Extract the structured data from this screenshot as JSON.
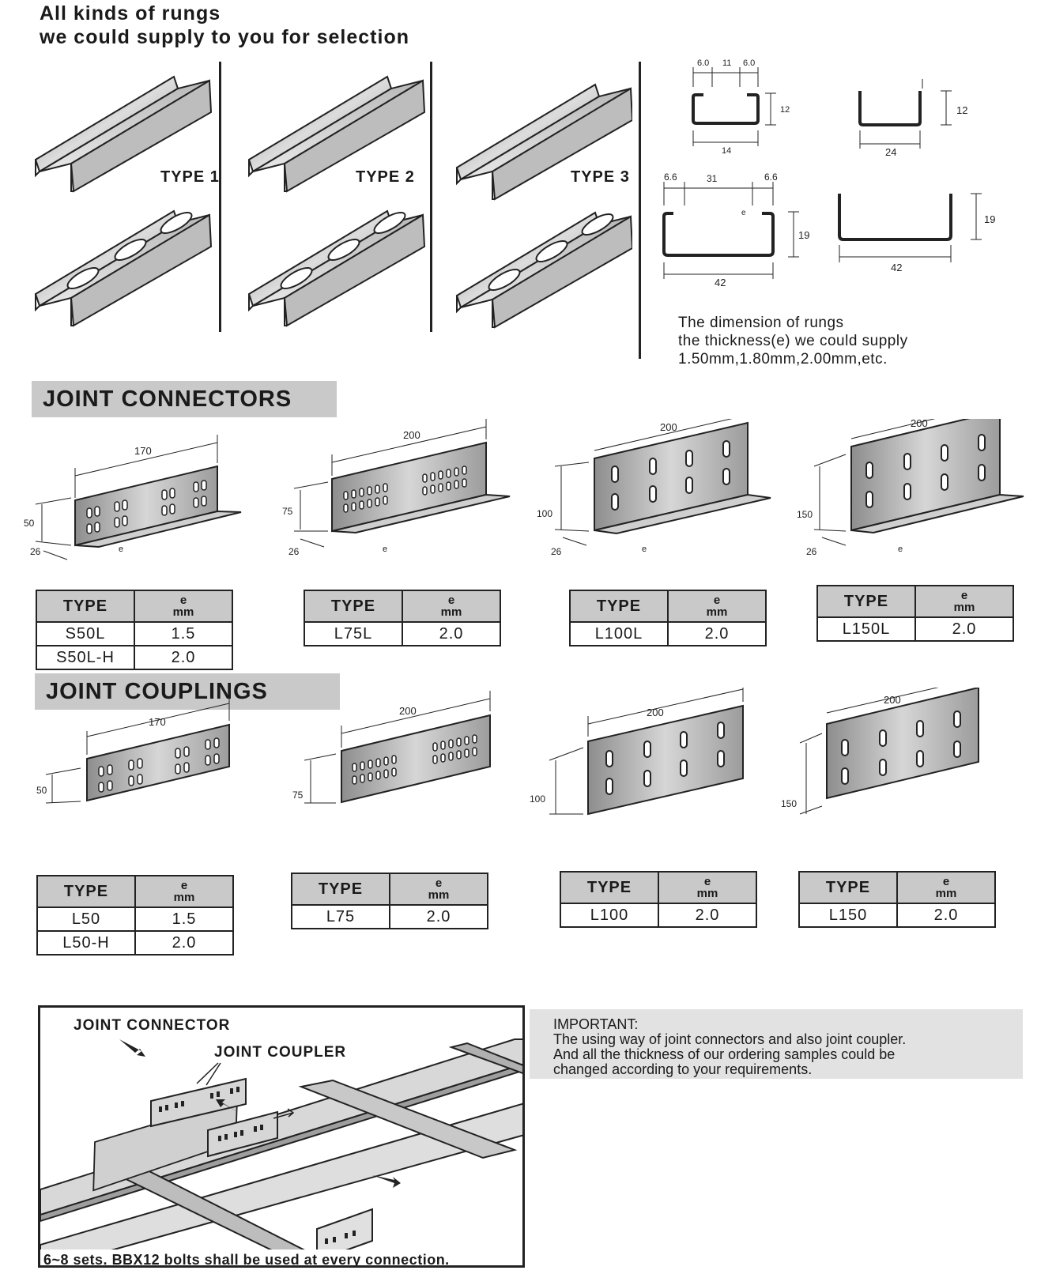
{
  "header": {
    "line1": "All kinds of rungs",
    "line2": "we could supply to you for selection"
  },
  "rung_types": [
    {
      "label": "TYPE 1"
    },
    {
      "label": "TYPE 2"
    },
    {
      "label": "TYPE 3"
    }
  ],
  "rung_dims": {
    "small_c": {
      "left": "6.0",
      "gap": "11",
      "right": "6.0",
      "height": "12",
      "width": "14"
    },
    "small_u": {
      "height": "12",
      "width": "24"
    },
    "large_c": {
      "left": "6.6",
      "gap": "31",
      "right": "6.6",
      "height": "19",
      "width": "42",
      "e": "e"
    },
    "large_u": {
      "height": "19",
      "width": "42"
    }
  },
  "dimension_note": {
    "line1": "The dimension of rungs",
    "line2": "the thickness(e) we could supply",
    "line3": "1.50mm,1.80mm,2.00mm,etc."
  },
  "connectors": {
    "banner": "JOINT CONNECTORS",
    "items": [
      {
        "length": "170",
        "height": "50",
        "base": "26",
        "e": "e"
      },
      {
        "length": "200",
        "height": "75",
        "base": "26",
        "e": "e"
      },
      {
        "length": "200",
        "height": "100",
        "base": "26",
        "e": "e"
      },
      {
        "length": "200",
        "height": "150",
        "base": "26",
        "e": "e"
      }
    ],
    "tables": [
      {
        "h_type": "TYPE",
        "h_e": "e",
        "h_unit": "mm",
        "rows": [
          {
            "type": "S50L",
            "e": "1.5"
          },
          {
            "type": "S50L-H",
            "e": "2.0"
          }
        ]
      },
      {
        "h_type": "TYPE",
        "h_e": "e",
        "h_unit": "mm",
        "rows": [
          {
            "type": "L75L",
            "e": "2.0"
          }
        ]
      },
      {
        "h_type": "TYPE",
        "h_e": "e",
        "h_unit": "mm",
        "rows": [
          {
            "type": "L100L",
            "e": "2.0"
          }
        ]
      },
      {
        "h_type": "TYPE",
        "h_e": "e",
        "h_unit": "mm",
        "rows": [
          {
            "type": "L150L",
            "e": "2.0"
          }
        ]
      }
    ]
  },
  "couplings": {
    "banner": "JOINT COUPLINGS",
    "items": [
      {
        "length": "170",
        "height": "50"
      },
      {
        "length": "200",
        "height": "75"
      },
      {
        "length": "200",
        "height": "100"
      },
      {
        "length": "200",
        "height": "150"
      }
    ],
    "tables": [
      {
        "h_type": "TYPE",
        "h_e": "e",
        "h_unit": "mm",
        "rows": [
          {
            "type": "L50",
            "e": "1.5"
          },
          {
            "type": "L50-H",
            "e": "2.0"
          }
        ]
      },
      {
        "h_type": "TYPE",
        "h_e": "e",
        "h_unit": "mm",
        "rows": [
          {
            "type": "L75",
            "e": "2.0"
          }
        ]
      },
      {
        "h_type": "TYPE",
        "h_e": "e",
        "h_unit": "mm",
        "rows": [
          {
            "type": "L100",
            "e": "2.0"
          }
        ]
      },
      {
        "h_type": "TYPE",
        "h_e": "e",
        "h_unit": "mm",
        "rows": [
          {
            "type": "L150",
            "e": "2.0"
          }
        ]
      }
    ]
  },
  "assembly": {
    "label_connector": "JOINT CONNECTOR",
    "label_coupler": "JOINT COUPLER",
    "caption": "6~8 sets. BBX12 bolts shall be used at every connection."
  },
  "important": {
    "title": "IMPORTANT:",
    "line1": "The using way of joint connectors and also joint coupler.",
    "line2": "And all the thickness of our ordering samples could be",
    "line3": "changed according to your requirements."
  }
}
